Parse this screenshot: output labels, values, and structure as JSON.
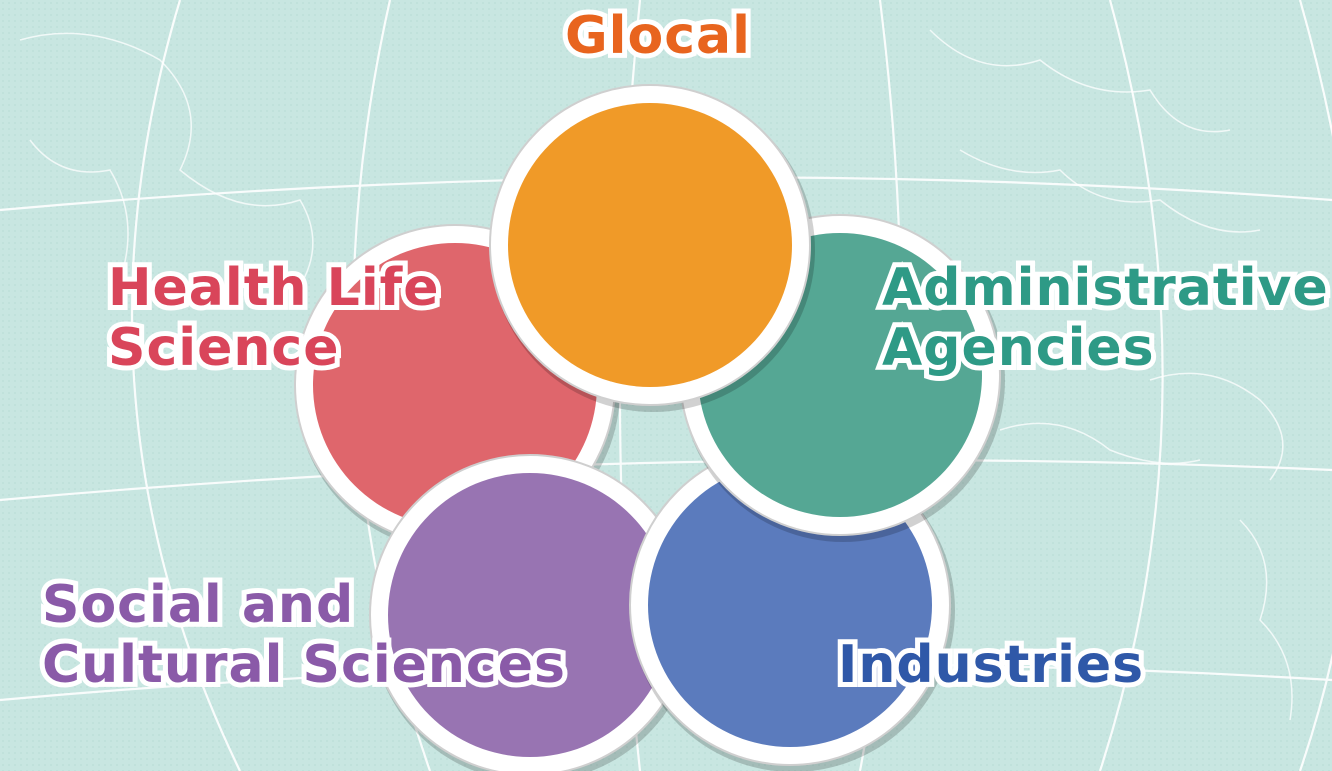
{
  "diagram": {
    "background_color": "#c8e6e1",
    "map_line_color": "#ffffff",
    "nodes": [
      {
        "id": "glocal",
        "lines": [
          "Glocal"
        ],
        "text_color": "#e8641e",
        "fill_color": "#f09a28"
      },
      {
        "id": "health",
        "lines": [
          "Health Life",
          "Science"
        ],
        "text_color": "#d9455a",
        "fill_color": "#df666c"
      },
      {
        "id": "admin",
        "lines": [
          "Administrative",
          "Agencies"
        ],
        "text_color": "#2e9a86",
        "fill_color": "#55a794"
      },
      {
        "id": "social",
        "lines": [
          "Social and",
          "Cultural Sciences"
        ],
        "text_color": "#8a5aa8",
        "fill_color": "#9874b2"
      },
      {
        "id": "industries",
        "lines": [
          "Industries"
        ],
        "text_color": "#2f58a8",
        "fill_color": "#5b7bbd"
      }
    ]
  }
}
